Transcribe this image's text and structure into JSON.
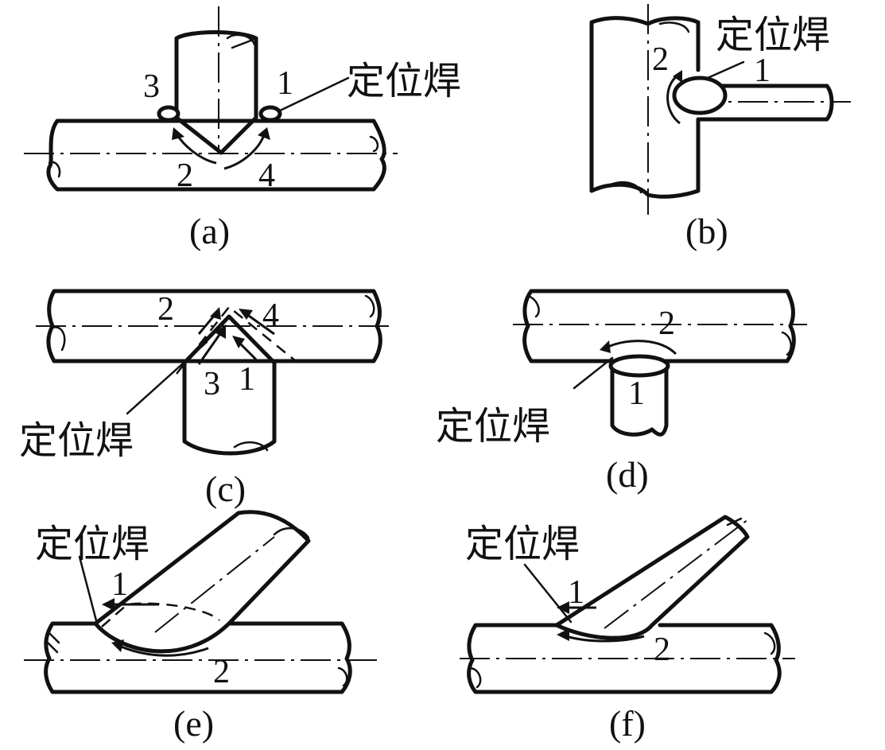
{
  "tack_weld_label": "定位焊",
  "panels": [
    {
      "id": "a",
      "caption": "(a)",
      "numbers": [
        "3",
        "1",
        "2",
        "4"
      ]
    },
    {
      "id": "b",
      "caption": "(b)",
      "numbers": [
        "2",
        "1"
      ]
    },
    {
      "id": "c",
      "caption": "(c)",
      "numbers": [
        "2",
        "4",
        "3",
        "1"
      ]
    },
    {
      "id": "d",
      "caption": "(d)",
      "numbers": [
        "2",
        "1"
      ]
    },
    {
      "id": "e",
      "caption": "(e)",
      "numbers": [
        "1",
        "2"
      ]
    },
    {
      "id": "f",
      "caption": "(f)",
      "numbers": [
        "1",
        "2"
      ]
    }
  ]
}
